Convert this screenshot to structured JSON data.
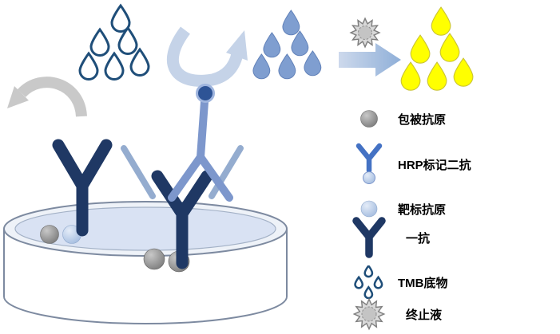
{
  "legend": {
    "items": [
      {
        "icon": "coated-antigen-circle",
        "label": "包被抗原"
      },
      {
        "icon": "hrp-secondary-antibody",
        "label": "HRP标记二抗"
      },
      {
        "icon": "target-antigen-circle",
        "label": "靶标抗原"
      },
      {
        "icon": "primary-antibody",
        "label": "一抗"
      },
      {
        "icon": "tmb-substrate-droplets",
        "label": "TMB底物"
      },
      {
        "icon": "stop-solution-starburst",
        "label": "终止液"
      }
    ]
  },
  "colors": {
    "antibody_navy": "#1f3864",
    "droplet_outline_blue": "#1f4e79",
    "developed_droplet_blue": "#7f9ed0",
    "product_yellow": "#ffff00",
    "secondary_antibody_blue": "#7d97cc",
    "arrow_light_blue": "#c5d3e8",
    "wash_arrow_gray": "#c9c9c9",
    "coated_antigen_gray": "#8c8c8c",
    "target_antigen_light_blue": "#a9c4e8",
    "well_liquid": "#d9e2f3",
    "starburst_gray": "#d9d9d9"
  }
}
